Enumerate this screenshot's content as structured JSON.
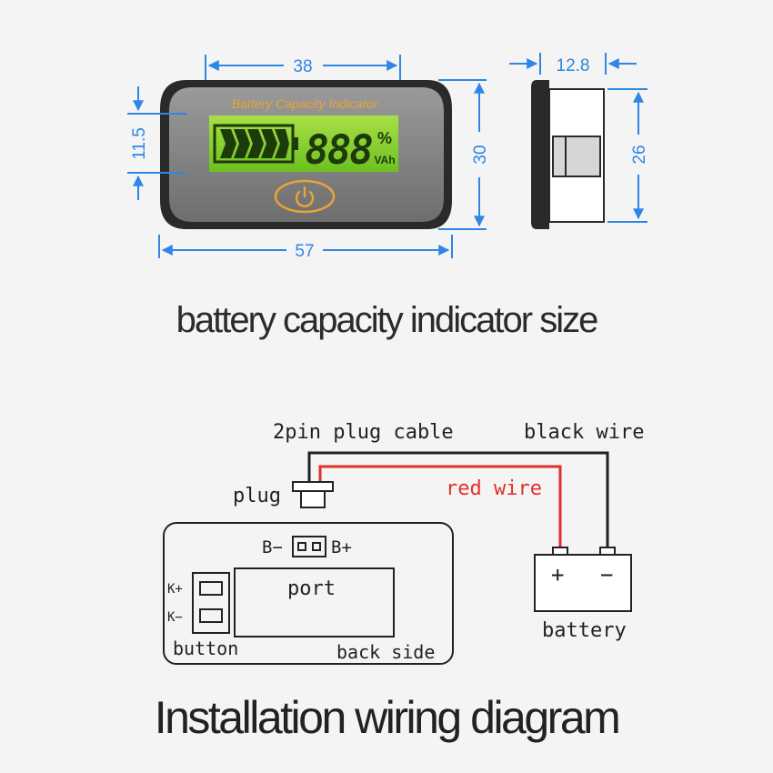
{
  "dimensions": {
    "front_width_top": "38",
    "front_width_total": "57",
    "front_height": "30",
    "display_offset": "11.5",
    "side_depth": "12.8",
    "side_height": "26"
  },
  "device": {
    "screen_title": "Battery Capacity Indicator",
    "digits": "888",
    "unit_percent": "%",
    "unit_vah": "VAh"
  },
  "captions": {
    "size_title": "battery capacity indicator size",
    "wiring_title": "Installation wiring diagram"
  },
  "wiring": {
    "cable_label": "2pin plug cable",
    "black_wire_label": "black wire",
    "red_wire_label": "red wire",
    "plug_label": "plug",
    "b_minus": "B−",
    "b_plus": "B+",
    "port_label": "port",
    "k_plus": "K+",
    "k_minus": "K−",
    "button_label": "button",
    "back_side_label": "back side",
    "battery_label": "battery",
    "battery_plus": "+",
    "battery_minus": "−"
  },
  "colors": {
    "dimension_blue": "#2f86e6",
    "lcd_green": "#8fd62a",
    "lcd_orange": "#e8a33a",
    "red_wire": "#e0302a",
    "black_wire": "#222222"
  }
}
